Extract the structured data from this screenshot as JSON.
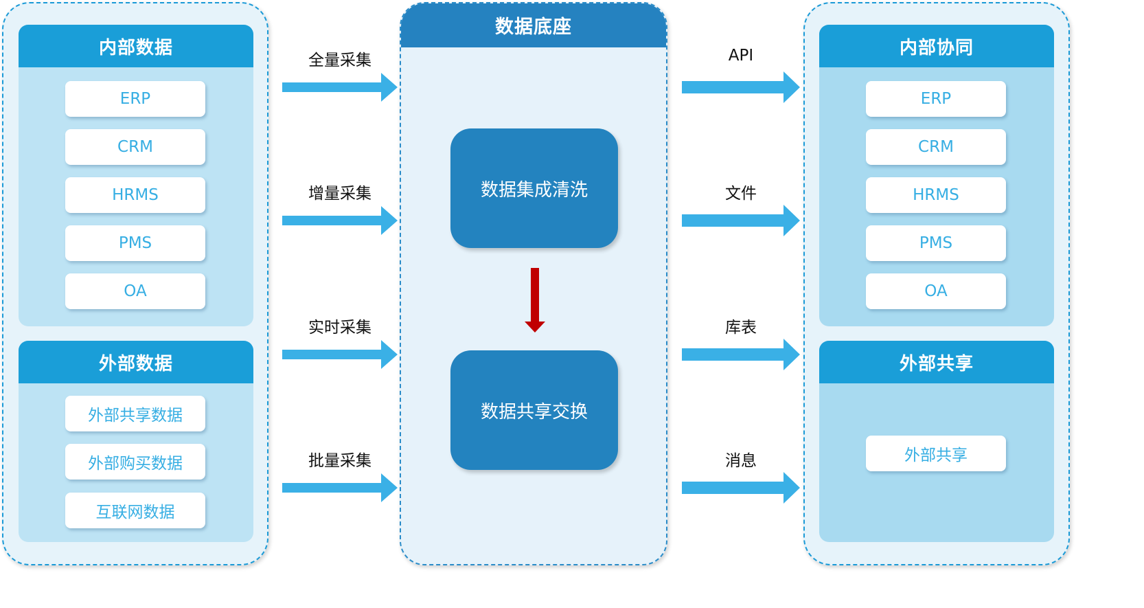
{
  "left": {
    "internal": {
      "title": "内部数据",
      "items": [
        "ERP",
        "CRM",
        "HRMS",
        "PMS",
        "OA"
      ]
    },
    "external": {
      "title": "外部数据",
      "items": [
        "外部共享数据",
        "外部购买数据",
        "互联网数据"
      ]
    }
  },
  "center": {
    "title": "数据底座",
    "process_top": "数据集成清洗",
    "process_bottom": "数据共享交换"
  },
  "inbound_flows": [
    "全量采集",
    "增量采集",
    "实时采集",
    "批量采集"
  ],
  "outbound_flows": [
    "API",
    "文件",
    "库表",
    "消息"
  ],
  "right": {
    "internal": {
      "title": "内部协同",
      "items": [
        "ERP",
        "CRM",
        "HRMS",
        "PMS",
        "OA"
      ]
    },
    "external": {
      "title": "外部共享",
      "items": [
        "外部共享"
      ]
    }
  },
  "colors": {
    "flow_arrow": "#3ab0e6",
    "header_blue": "#1a9ed8",
    "center_blue": "#2383bf",
    "process_arrow": "#c00000",
    "item_text": "#36aee3"
  }
}
